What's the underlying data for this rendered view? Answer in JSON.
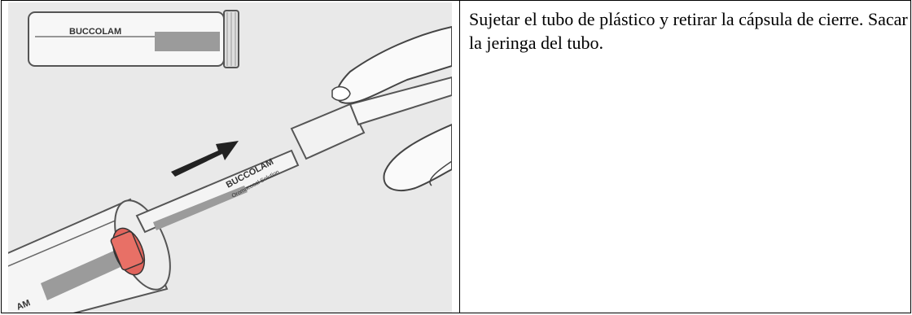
{
  "instruction": {
    "text": "Sujetar el tubo de plástico y retirar la cápsula de cierre. Sacar la jeringa del tubo."
  },
  "illustration": {
    "tube_brand_label": "BUCCOLAM",
    "syringe_brand_label": "BUCCOLAM",
    "syringe_sub_label": "Oromucosal Solution",
    "cut_label": "AM",
    "cap_color": "#e0645c",
    "background_color": "#e9e9e9"
  }
}
